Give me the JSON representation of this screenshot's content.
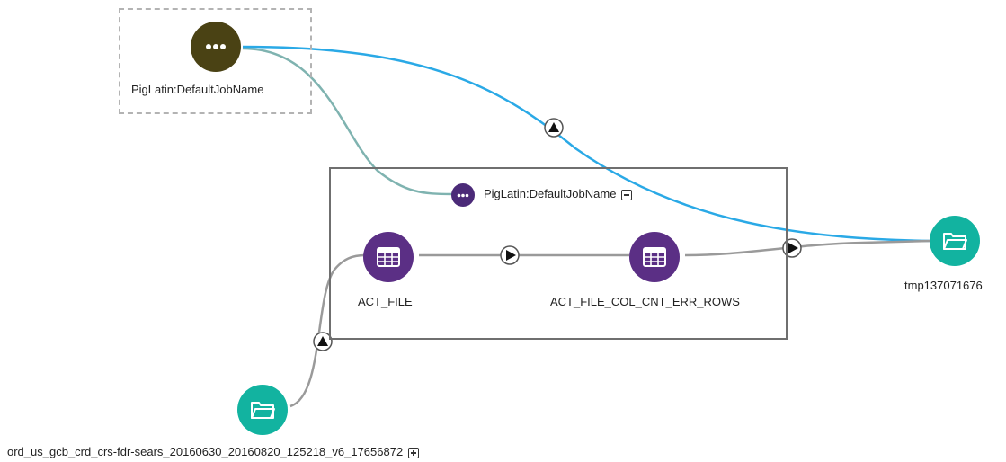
{
  "colors": {
    "job_node": "#4a4214",
    "group_job_node": "#4b2a78",
    "dataset_node": "#5b2f85",
    "file_node": "#12b3a0",
    "edge_highlight": "#2aa9e6",
    "edge_teal": "#7fb3b0",
    "edge_gray": "#9a9a9a"
  },
  "nodes": {
    "job_top": {
      "label": "PigLatin:DefaultJobName",
      "icon": "more-dots-icon"
    },
    "group_job": {
      "label": "PigLatin:DefaultJobName",
      "icon": "more-dots-icon",
      "toggle": "collapse"
    },
    "act_file": {
      "label": "ACT_FILE",
      "icon": "table-icon"
    },
    "act_file_err": {
      "label": "ACT_FILE_COL_CNT_ERR_ROWS",
      "icon": "table-icon"
    },
    "tmp_dir": {
      "label": "tmp137071676",
      "icon": "folder-icon"
    },
    "source_file": {
      "label": "ord_us_gcb_crd_crs-fdr-sears_20160630_20160820_125218_v6_17656872",
      "icon": "folder-icon",
      "toggle": "expand"
    }
  }
}
